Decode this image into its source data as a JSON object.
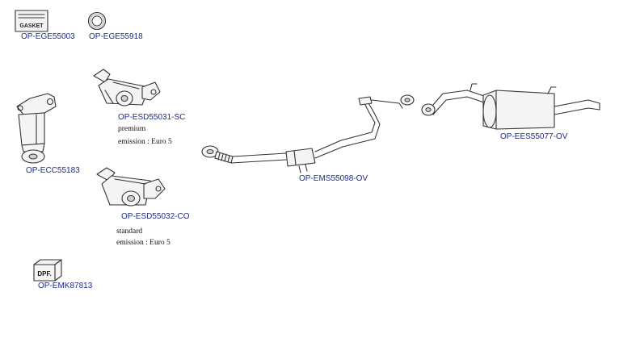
{
  "parts": {
    "gasket_kit": {
      "code": "OP-EGE55003",
      "box_text": "GASKET"
    },
    "ring_gasket": {
      "code": "OP-EGE55918"
    },
    "dpf_premium": {
      "code": "OP-ESD55031-SC",
      "grade": "premium",
      "emission": "emission : Euro 5"
    },
    "catalyst": {
      "code": "OP-ECC55183"
    },
    "dpf_standard": {
      "code": "OP-ESD55032-CO",
      "grade": "standard",
      "emission": "emission : Euro 5"
    },
    "mounting_kit": {
      "code": "OP-EMK87813",
      "box_text": "DPF."
    },
    "middle_pipe": {
      "code": "OP-EMS55098-OV"
    },
    "rear_silencer": {
      "code": "OP-EES55077-OV"
    }
  }
}
